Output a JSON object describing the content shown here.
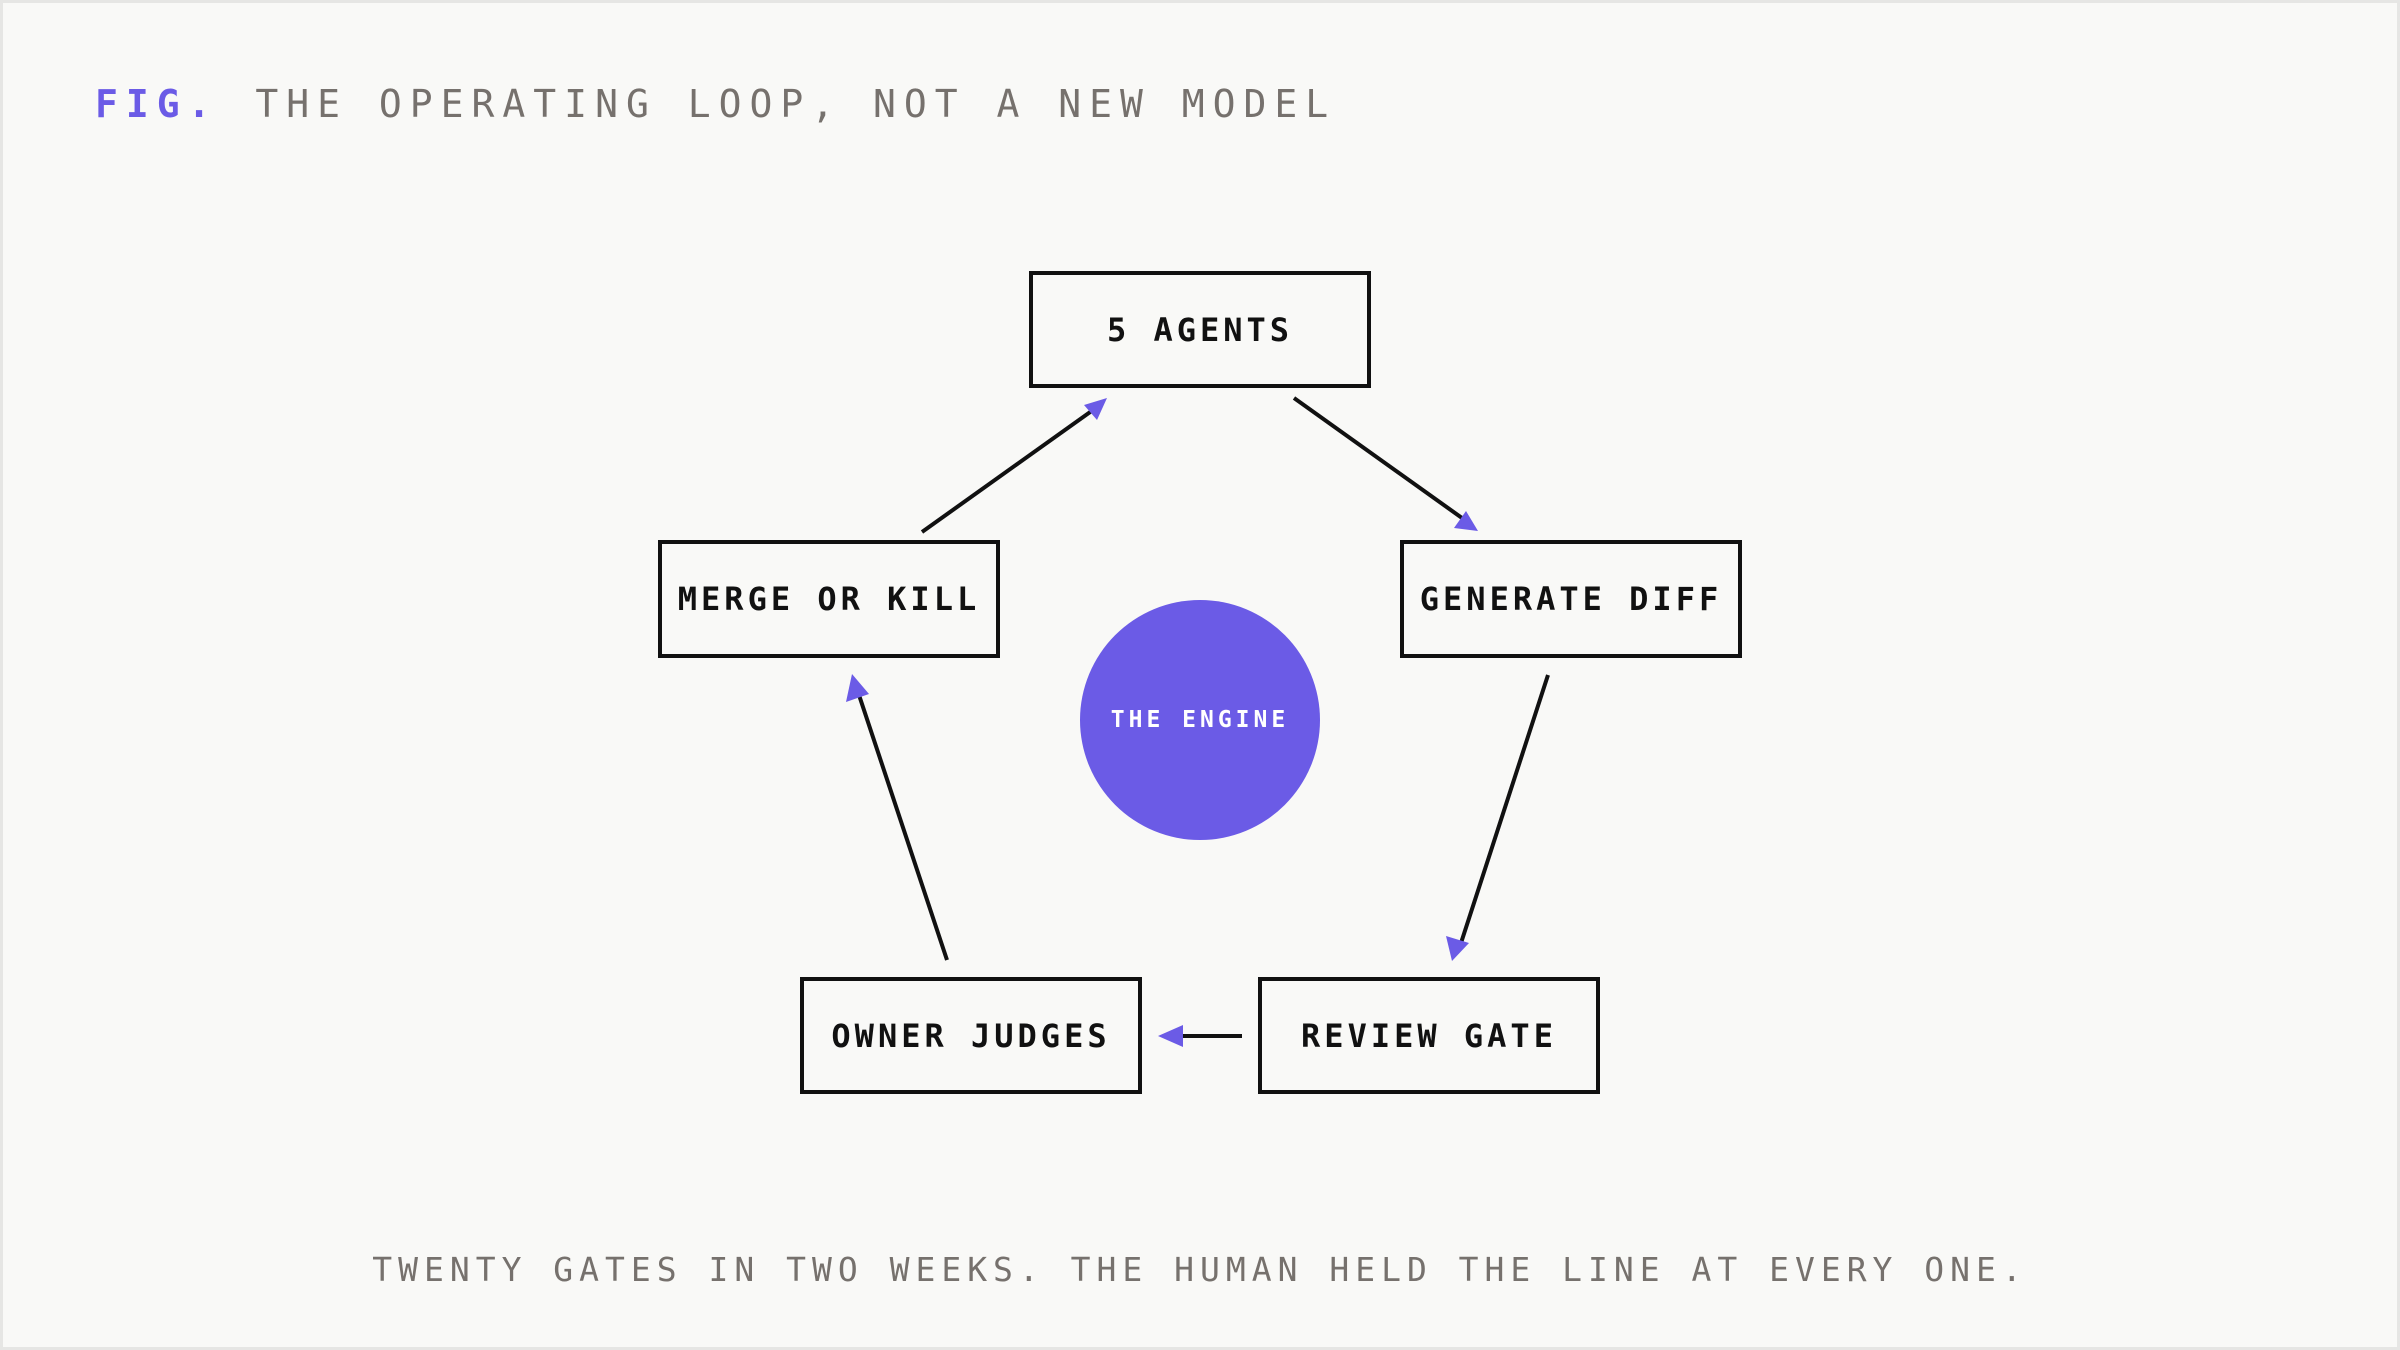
{
  "figure": {
    "prefix": "FIG.",
    "title": "THE OPERATING LOOP, NOT A NEW MODEL"
  },
  "diagram": {
    "center": {
      "label": "THE ENGINE"
    },
    "nodes": [
      {
        "label": "5 AGENTS"
      },
      {
        "label": "GENERATE DIFF"
      },
      {
        "label": "REVIEW GATE"
      },
      {
        "label": "OWNER JUDGES"
      },
      {
        "label": "MERGE OR KILL"
      }
    ],
    "edges": [
      {
        "from": "5 AGENTS",
        "to": "GENERATE DIFF"
      },
      {
        "from": "GENERATE DIFF",
        "to": "REVIEW GATE"
      },
      {
        "from": "REVIEW GATE",
        "to": "OWNER JUDGES"
      },
      {
        "from": "OWNER JUDGES",
        "to": "MERGE OR KILL"
      },
      {
        "from": "MERGE OR KILL",
        "to": "5 AGENTS"
      }
    ]
  },
  "caption": "TWENTY GATES IN TWO WEEKS. THE HUMAN HELD THE LINE AT EVERY ONE.",
  "colors": {
    "accent": "#6b5be6",
    "ink": "#111111",
    "muted": "#76716d",
    "background": "#f9f9f7"
  }
}
